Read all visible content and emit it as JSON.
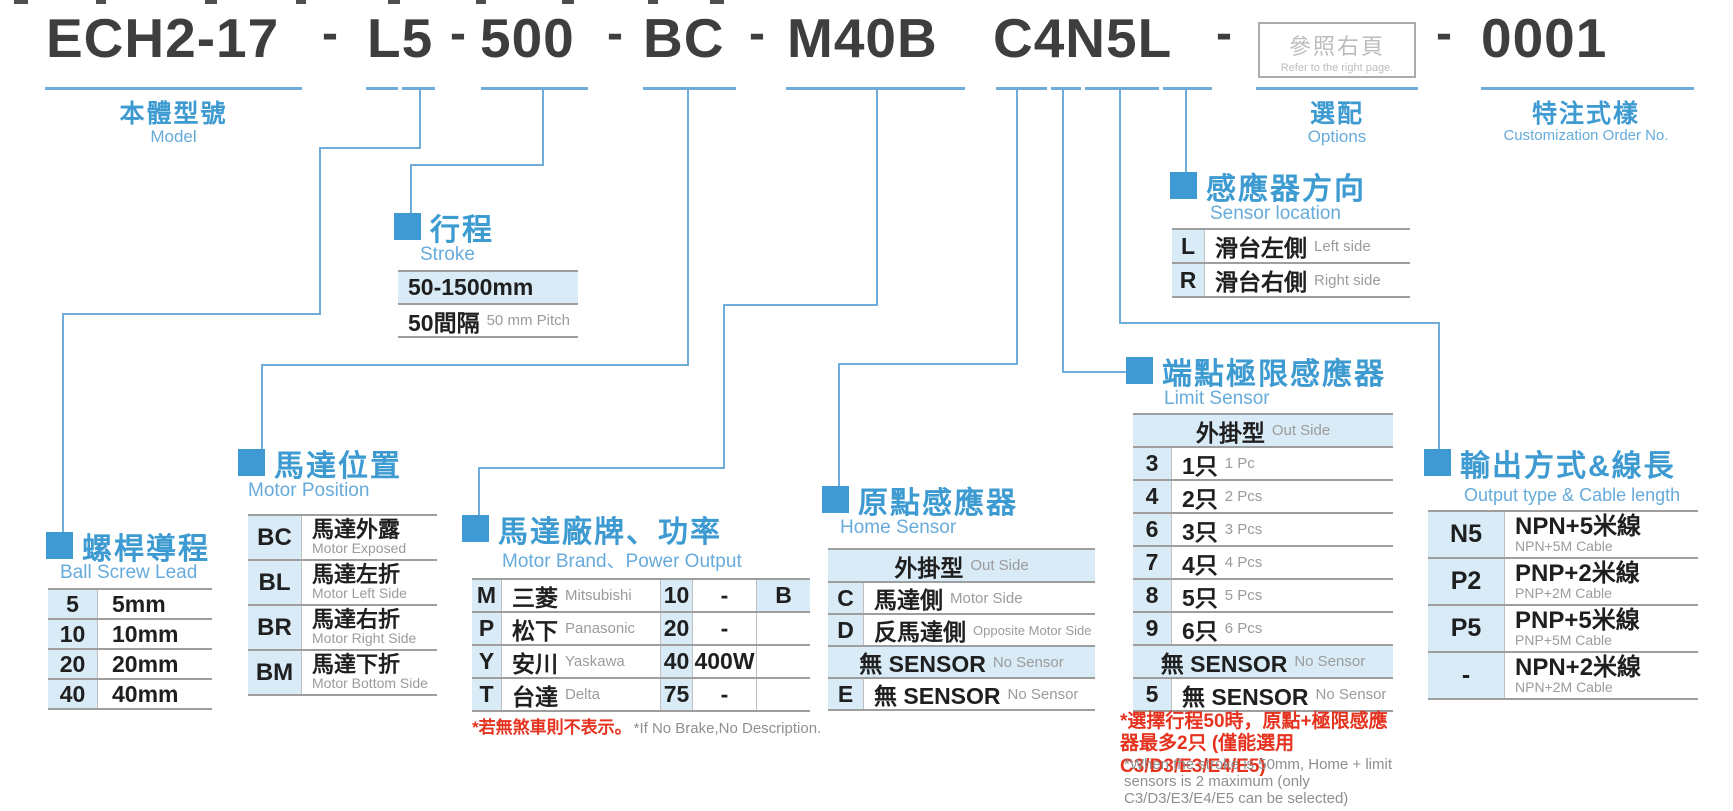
{
  "colors": {
    "accent_blue": "#3E9BD2",
    "subtitle_blue": "#66ABDB",
    "connector_blue": "#6FACD8",
    "light_blue_bg": "#D8EBF7",
    "border_gray": "#9E9E9E",
    "text_dark": "#1F1F1F",
    "text_gray": "#9B9B9B",
    "note_red": "#E5331F",
    "code_text": "#3E3E3E"
  },
  "model_code": {
    "dash": "-",
    "model": "ECH2-17",
    "lead": "L5",
    "stroke": "500",
    "motor_position": "BC",
    "motor": "M40B",
    "sensors": "C4N5L",
    "custom": "0001",
    "options_box": {
      "cn": "參照右頁",
      "en": "Refer to the right page."
    }
  },
  "header_labels": {
    "model": {
      "cn": "本體型號",
      "en": "Model"
    },
    "options": {
      "cn": "選配",
      "en": "Options"
    },
    "custom": {
      "cn": "特注式樣",
      "en": "Customization Order No."
    }
  },
  "sections": {
    "lead": {
      "title_cn": "螺桿導程",
      "title_en": "Ball Screw Lead",
      "rows": [
        {
          "code": "5",
          "desc": "5mm"
        },
        {
          "code": "10",
          "desc": "10mm"
        },
        {
          "code": "20",
          "desc": "20mm"
        },
        {
          "code": "40",
          "desc": "40mm"
        }
      ]
    },
    "motor_position": {
      "title_cn": "馬達位置",
      "title_en": "Motor Position",
      "rows": [
        {
          "code": "BC",
          "cn": "馬達外露",
          "en": "Motor Exposed"
        },
        {
          "code": "BL",
          "cn": "馬達左折",
          "en": "Motor Left Side"
        },
        {
          "code": "BR",
          "cn": "馬達右折",
          "en": "Motor Right Side"
        },
        {
          "code": "BM",
          "cn": "馬達下折",
          "en": "Motor Bottom Side"
        }
      ]
    },
    "stroke": {
      "title_cn": "行程",
      "title_en": "Stroke",
      "range": "50-1500mm",
      "pitch_cn": "50間隔",
      "pitch_en": "50 mm Pitch"
    },
    "motor_brand": {
      "title_cn": "馬達廠牌、功率",
      "title_en": "Motor Brand、Power Output",
      "rows": [
        {
          "code": "M",
          "cn": "三菱",
          "en": "Mitsubishi",
          "power_code": "10",
          "power": "-",
          "brake": "B"
        },
        {
          "code": "P",
          "cn": "松下",
          "en": "Panasonic",
          "power_code": "20",
          "power": "-",
          "brake": ""
        },
        {
          "code": "Y",
          "cn": "安川",
          "en": "Yaskawa",
          "power_code": "40",
          "power": "400W",
          "brake": ""
        },
        {
          "code": "T",
          "cn": "台達",
          "en": "Delta",
          "power_code": "75",
          "power": "-",
          "brake": ""
        }
      ],
      "note_cn": "*若無煞車則不表示。",
      "note_en": "*If No Brake,No Description."
    },
    "home_sensor": {
      "title_cn": "原點感應器",
      "title_en": "Home Sensor",
      "header_cn": "外掛型",
      "header_en": "Out Side",
      "rows": [
        {
          "code": "C",
          "cn": "馬達側",
          "en": "Motor Side"
        },
        {
          "code": "D",
          "cn": "反馬達側",
          "en": "Opposite Motor Side"
        }
      ],
      "no_sensor_cn": "無 SENSOR",
      "no_sensor_en": "No Sensor",
      "last_row": {
        "code": "E",
        "cn": "無 SENSOR",
        "en": "No Sensor"
      }
    },
    "limit_sensor": {
      "title_cn": "端點極限感應器",
      "title_en": "Limit Sensor",
      "header_cn": "外掛型",
      "header_en": "Out Side",
      "rows": [
        {
          "code": "3",
          "cn": "1只",
          "en": "1 Pc"
        },
        {
          "code": "4",
          "cn": "2只",
          "en": "2 Pcs"
        },
        {
          "code": "6",
          "cn": "3只",
          "en": "3 Pcs"
        },
        {
          "code": "7",
          "cn": "4只",
          "en": "4 Pcs"
        },
        {
          "code": "8",
          "cn": "5只",
          "en": "5 Pcs"
        },
        {
          "code": "9",
          "cn": "6只",
          "en": "6 Pcs"
        }
      ],
      "no_sensor_cn": "無 SENSOR",
      "no_sensor_en": "No Sensor",
      "last_row": {
        "code": "5",
        "cn": "無 SENSOR",
        "en": "No Sensor"
      },
      "note_cn": "*選擇行程50時，原點+極限感應器最多2只 (僅能選用C3/D3/E3/E4/E5)",
      "note_en": "*When the stroke is 50mm, Home + limit sensors is 2 maximum (only C3/D3/E3/E4/E5 can be selected)"
    },
    "sensor_location": {
      "title_cn": "感應器方向",
      "title_en": "Sensor location",
      "rows": [
        {
          "code": "L",
          "cn": "滑台左側",
          "en": "Left side"
        },
        {
          "code": "R",
          "cn": "滑台右側",
          "en": "Right side"
        }
      ]
    },
    "output": {
      "title_cn": "輸出方式&線長",
      "title_en": "Output type & Cable length",
      "rows": [
        {
          "code": "N5",
          "cn": "NPN+5米線",
          "en": "NPN+5M Cable"
        },
        {
          "code": "P2",
          "cn": "PNP+2米線",
          "en": "PNP+2M Cable"
        },
        {
          "code": "P5",
          "cn": "PNP+5米線",
          "en": "PNP+5M Cable"
        },
        {
          "code": "-",
          "cn": "NPN+2米線",
          "en": "NPN+2M Cable"
        }
      ]
    }
  }
}
